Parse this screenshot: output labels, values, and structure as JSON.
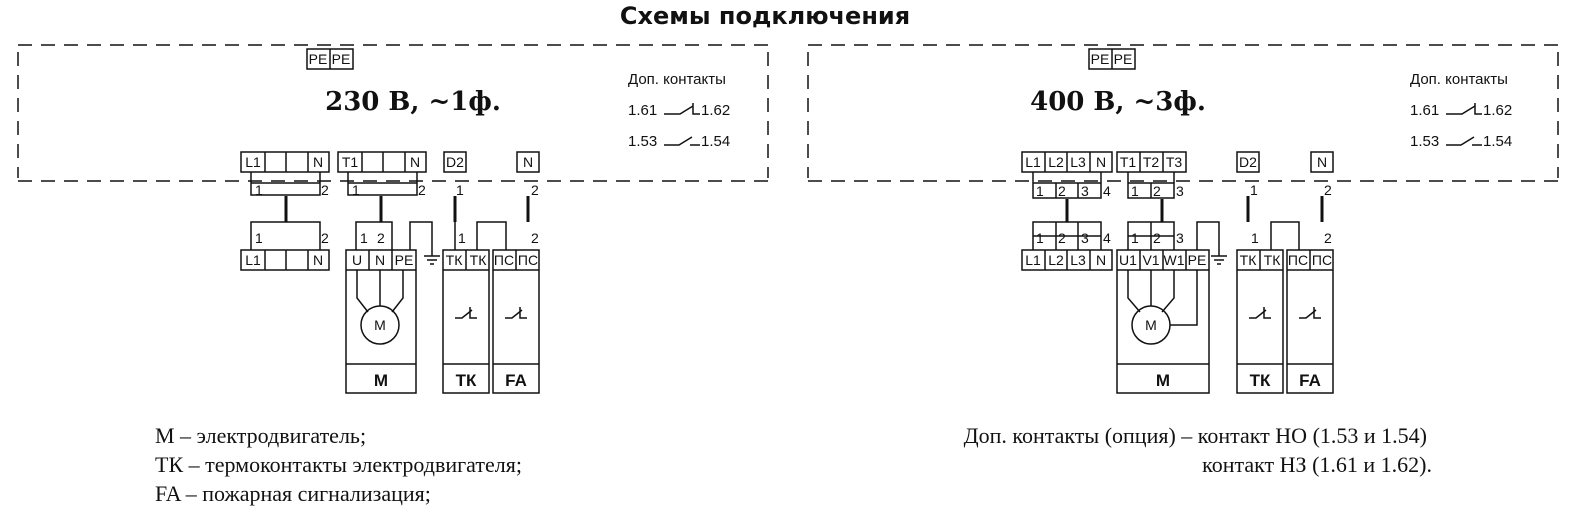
{
  "title": "Схемы подключения",
  "diagram_1phase": {
    "voltage": "230 В,  ~1ф.",
    "pe_terminals": [
      "PE",
      "PE"
    ],
    "extra_contacts": {
      "title": "Доп. контакты",
      "row1_left": "1.61",
      "row1_right": "1.62",
      "row2_left": "1.53",
      "row2_right": "1.54"
    },
    "top_block_1": [
      "L1",
      "",
      "",
      "N"
    ],
    "top_block_2": [
      "T1",
      "",
      "",
      "N"
    ],
    "top_block_3": [
      "D2"
    ],
    "top_block_4": [
      "N"
    ],
    "bottom_block_1": [
      "L1",
      "",
      "",
      "N"
    ],
    "motor_terminals": [
      "U",
      "N",
      "PE"
    ],
    "tk_terminals": [
      "ТК",
      "ТК"
    ],
    "fa_terminals": [
      "ПС",
      "ПС"
    ],
    "motor_symbol": "M",
    "labels": [
      "M",
      "ТК",
      "FA"
    ],
    "numbers": [
      "1",
      "2"
    ]
  },
  "diagram_3phase": {
    "voltage": "400 В,  ~3ф.",
    "pe_terminals": [
      "PE",
      "PE"
    ],
    "extra_contacts": {
      "title": "Доп. контакты",
      "row1_left": "1.61",
      "row1_right": "1.62",
      "row2_left": "1.53",
      "row2_right": "1.54"
    },
    "top_block_1": [
      "L1",
      "L2",
      "L3",
      "N"
    ],
    "top_block_2": [
      "T1",
      "T2",
      "T3"
    ],
    "top_block_3": [
      "D2"
    ],
    "top_block_4": [
      "N"
    ],
    "bottom_block_1": [
      "L1",
      "L2",
      "L3",
      "N"
    ],
    "motor_terminals": [
      "U1",
      "V1",
      "W1",
      "PE"
    ],
    "tk_terminals": [
      "ТК",
      "ТК"
    ],
    "fa_terminals": [
      "ПС",
      "ПС"
    ],
    "motor_symbol": "M",
    "labels": [
      "M",
      "ТК",
      "FA"
    ],
    "numbers": [
      "1",
      "2",
      "3",
      "4"
    ]
  },
  "legend": {
    "line1": "M – электродвигатель;",
    "line2": "ТК – термоконтакты электродвигателя;",
    "line3": "FA – пожарная сигнализация;",
    "extra_line1": "Доп. контакты (опция) – контакт НО (1.53 и 1.54)",
    "extra_line2": "контакт НЗ (1.61 и 1.62)."
  }
}
